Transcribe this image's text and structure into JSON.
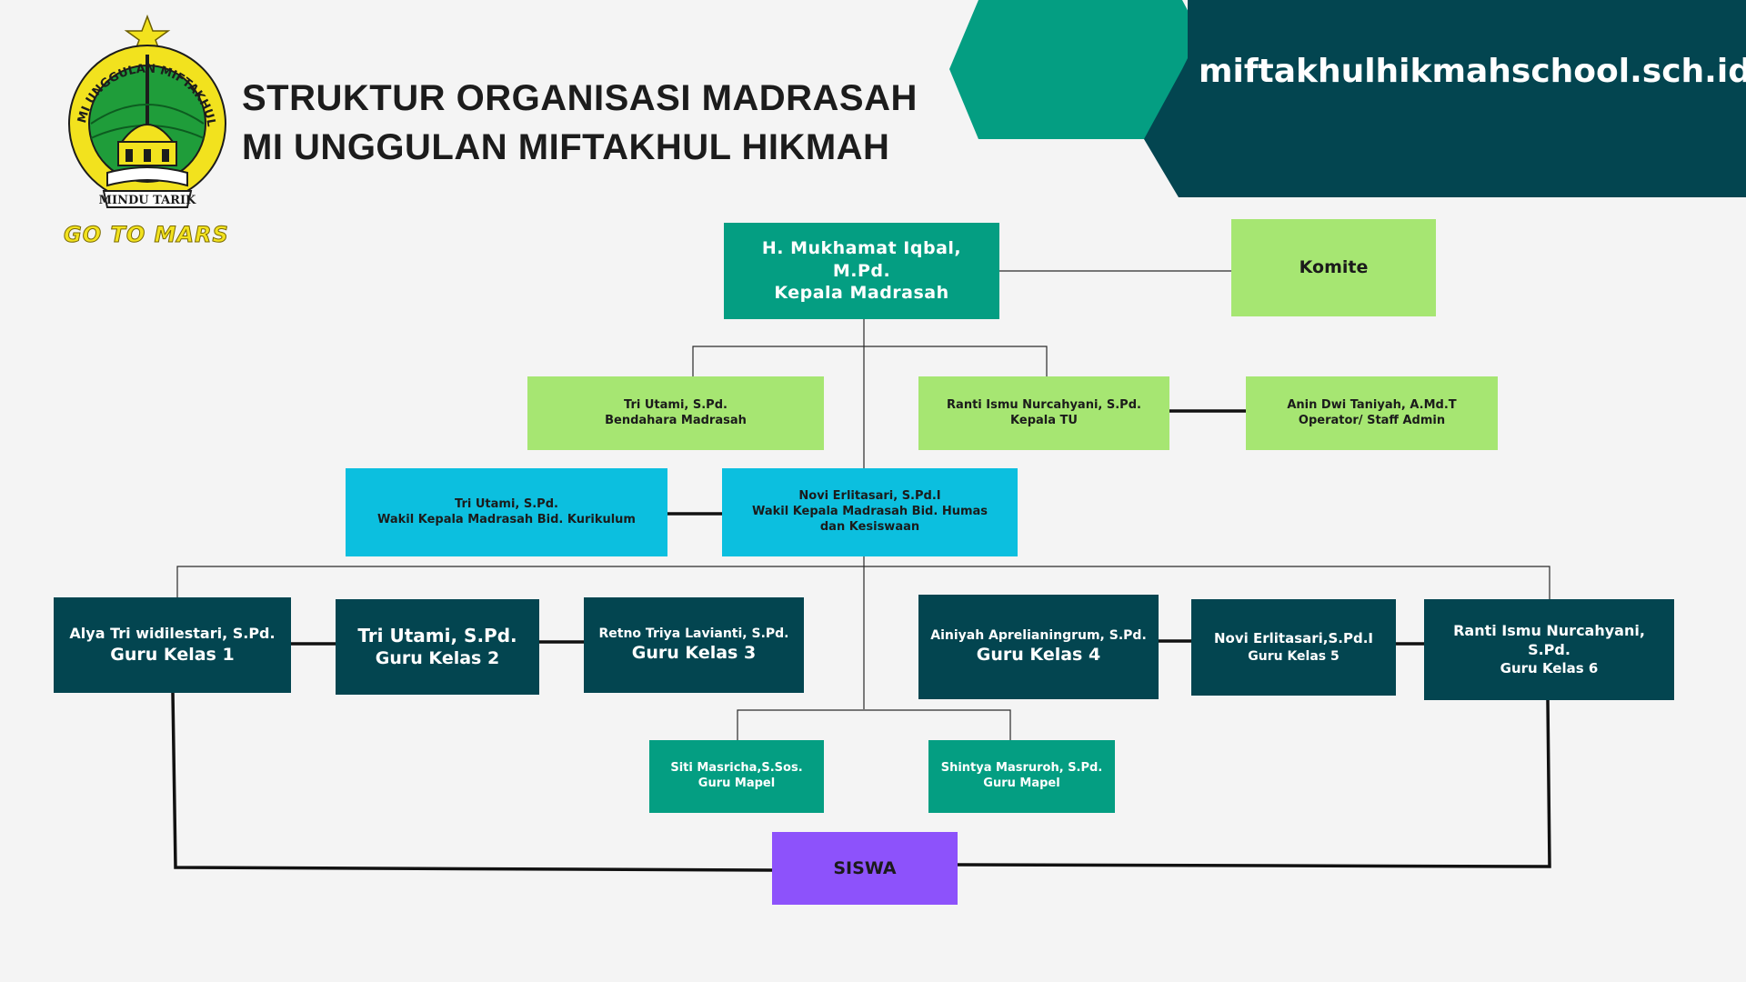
{
  "header": {
    "title_line1": "STRUKTUR ORGANISASI MADRASAH",
    "title_line2": "MI UNGGULAN MIFTAKHUL HIKMAH",
    "website": "miftakhulhikmahschool.sch.id"
  },
  "logo": {
    "ring_text": "MI UNGGULAN MIFTAKHUL HIKMAH",
    "banner_text": "MINDU TARIK",
    "motto": "GO TO MARS"
  },
  "colors": {
    "teal": "#049e82",
    "lime": "#a6e672",
    "cyan": "#0cbfdf",
    "navy": "#034550",
    "purple": "#8d52fb",
    "background": "#f4f4f4"
  },
  "org": {
    "kepala": {
      "name": "H. Mukhamat Iqbal, M.Pd.",
      "role": "Kepala Madrasah"
    },
    "komite": {
      "name": "Komite"
    },
    "bendahara": {
      "name": "Tri Utami, S.Pd.",
      "role": "Bendahara Madrasah"
    },
    "kepala_tu": {
      "name": "Ranti Ismu Nurcahyani, S.Pd.",
      "role": "Kepala TU"
    },
    "operator": {
      "name": "Anin Dwi Taniyah, A.Md.T",
      "role": "Operator/ Staff Admin"
    },
    "waka_kurikulum": {
      "name": "Tri Utami, S.Pd.",
      "role": "Wakil Kepala Madrasah Bid. Kurikulum"
    },
    "waka_humas": {
      "name": "Novi Erlitasari, S.Pd.I",
      "role": "Wakil Kepala Madrasah Bid. Humas dan Kesiswaan"
    },
    "guru_kelas": [
      {
        "name": "Alya Tri widilestari, S.Pd.",
        "role": "Guru Kelas 1"
      },
      {
        "name": "Tri Utami, S.Pd.",
        "role": "Guru Kelas 2"
      },
      {
        "name": "Retno Triya Lavianti, S.Pd.",
        "role": "Guru Kelas 3"
      },
      {
        "name": "Ainiyah Aprelianingrum, S.Pd.",
        "role": "Guru Kelas 4"
      },
      {
        "name": "Novi Erlitasari,S.Pd.I",
        "role": "Guru Kelas 5"
      },
      {
        "name": "Ranti Ismu Nurcahyani, S.Pd.",
        "role": "Guru Kelas 6"
      }
    ],
    "guru_mapel": [
      {
        "name": "Siti Masricha,S.Sos.",
        "role": "Guru Mapel"
      },
      {
        "name": "Shintya Masruroh, S.Pd.",
        "role": "Guru Mapel"
      }
    ],
    "siswa": {
      "name": "SISWA"
    }
  }
}
